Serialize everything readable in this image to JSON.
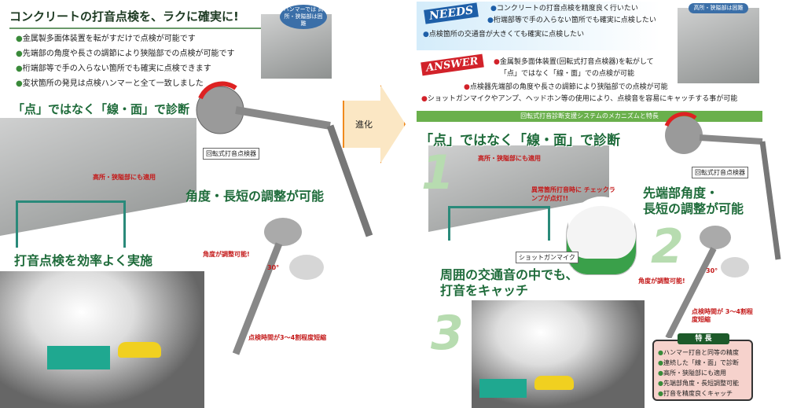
{
  "left": {
    "title": "コンクリートの打音点検を、ラクに確実に!",
    "bullets": [
      "金属製多面体装置を転がすだけで点検が可能です",
      "先端部の角度や長さの調節により狭隘部での点検が可能です",
      "桁端部等で手の入らない箇所でも確実に点検できます",
      "変状箇所の発見は点検ハンマーと全て一致しました"
    ],
    "badge": "ハンマーでは 高所・狭隘部は困難",
    "heading1": "「点」ではなく「線・面」で診断",
    "note_height": "高所・狭隘部にも適用",
    "device_label": "回転式打音点検器",
    "heading2": "角度・長短の調整が可能",
    "angle_note": "角度が調整可能!",
    "angle": "30°",
    "heading3": "打音点検を効率よく実施",
    "time_note": "点検時間が3～4割程度短縮"
  },
  "arrow_label": "進化",
  "right": {
    "needs_label": "NEEDS",
    "needs": [
      "コンクリートの打音点検を精度良く行いたい",
      "桁端部等で手の入らない箇所でも確実に点検したい",
      "点検箇所の交通音が大きくても確実に点検したい"
    ],
    "answer_label": "ANSWER",
    "answers": [
      "金属製多面体装置(回転式打音点検器)を転がして",
      "「点」ではなく「線・面」での点検が可能",
      "点検器先端部の角度や長さの調節により狭隘部での点検が可能",
      "ショットガンマイクやアンプ、ヘッドホン等の使用により、点検音を容易にキャッチする事が可能"
    ],
    "badge": "高所・狭隘部は困難",
    "banner": "回転式打音診断支援システムのメカニズムと特長",
    "num1": "1",
    "heading1": "「点」ではなく「線・面」で診断",
    "note_height": "高所・狭隘部にも適用",
    "lamp_note": "異常箇所打音時に チェックランプが点灯!!",
    "mic_label": "ショットガンマイク",
    "device_label": "回転式打音点検器",
    "num2": "2",
    "heading2a": "先端部角度・",
    "heading2b": "長短の調整が可能",
    "angle_note": "角度が調整可能!",
    "angle": "30°",
    "num3": "3",
    "heading3a": "周囲の交通音の中でも、",
    "heading3b": "打音をキャッチ",
    "time_note": "点検時間が 3～4割程度短縮",
    "features_title": "特 長",
    "features": [
      "ハンマー打音と同等の精度",
      "連続した「線・面」で診断",
      "高所・狭隘部にも適用",
      "先端部角度・長短調整可能",
      "打音を精度良くキャッチ"
    ]
  }
}
